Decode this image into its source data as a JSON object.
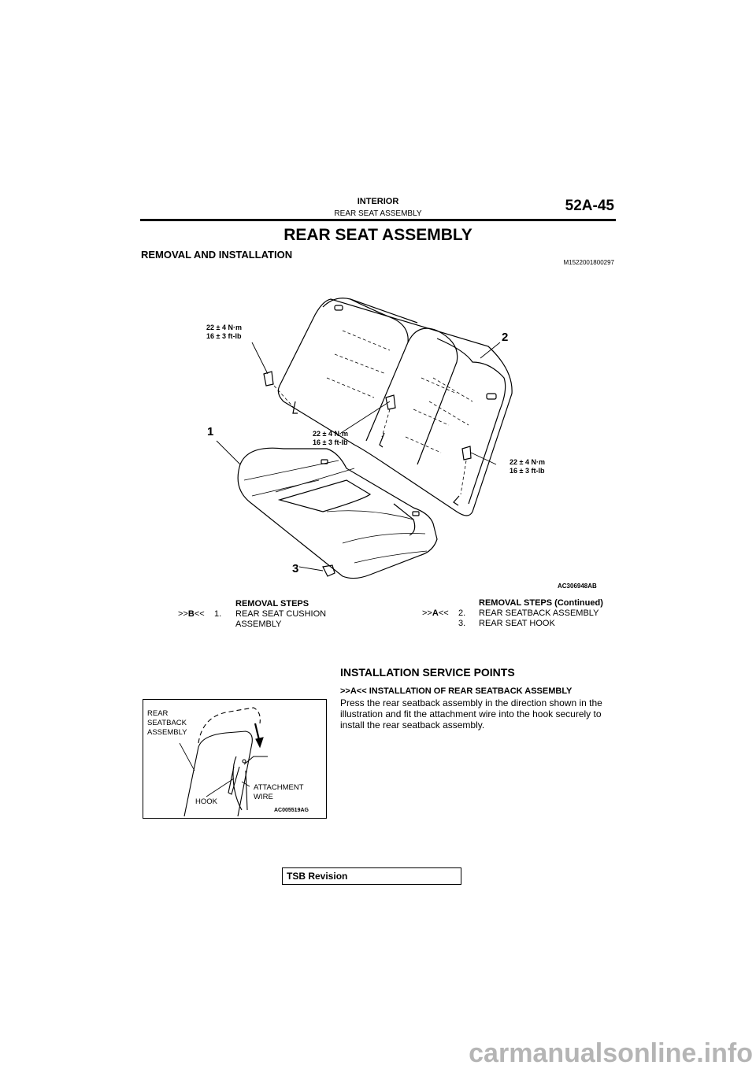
{
  "header": {
    "section": "INTERIOR",
    "subsection": "REAR SEAT ASSEMBLY",
    "page_number": "52A-45"
  },
  "title": "REAR SEAT ASSEMBLY",
  "removal": {
    "heading": "REMOVAL AND INSTALLATION",
    "doc_code": "M1522001800297"
  },
  "figure1": {
    "torque": [
      {
        "nm": "22 ± 4 N·m",
        "ftlb": "16 ± 3 ft-lb"
      },
      {
        "nm": "22 ± 4 N·m",
        "ftlb": "16 ± 3 ft-lb"
      },
      {
        "nm": "22 ± 4 N·m",
        "ftlb": "16 ± 3 ft-lb"
      }
    ],
    "callouts": [
      "1",
      "2",
      "3"
    ],
    "code": "AC306948AB"
  },
  "steps_left": {
    "heading": "REMOVAL STEPS",
    "items": [
      {
        "ref_prefix": ">>",
        "ref_letter": "B",
        "ref_suffix": "<<",
        "num": "1.",
        "line1": "REAR SEAT CUSHION",
        "line2": "ASSEMBLY"
      }
    ]
  },
  "steps_right": {
    "heading": "REMOVAL STEPS (Continued)",
    "items": [
      {
        "ref_prefix": ">>",
        "ref_letter": "A",
        "ref_suffix": "<<",
        "num": "2.",
        "text": "REAR SEATBACK ASSEMBLY"
      },
      {
        "ref_prefix": "",
        "ref_letter": "",
        "ref_suffix": "",
        "num": "3.",
        "text": "REAR SEAT HOOK"
      }
    ]
  },
  "install": {
    "heading": "INSTALLATION SERVICE POINTS",
    "subheading": ">>A<< INSTALLATION OF REAR SEATBACK ASSEMBLY",
    "body": [
      "Press the rear seatback assembly in the direction shown in the",
      "illustration and fit the attachment wire into the hook securely to",
      "install the rear seatback assembly."
    ]
  },
  "figure2": {
    "label_rear": [
      "REAR",
      "SEATBACK",
      "ASSEMBLY"
    ],
    "label_wire": [
      "ATTACHMENT",
      "WIRE"
    ],
    "label_hook": "HOOK",
    "code": "AC005519AG"
  },
  "footer": {
    "tsb": "TSB Revision"
  },
  "watermark": "carmanualsonline.info"
}
